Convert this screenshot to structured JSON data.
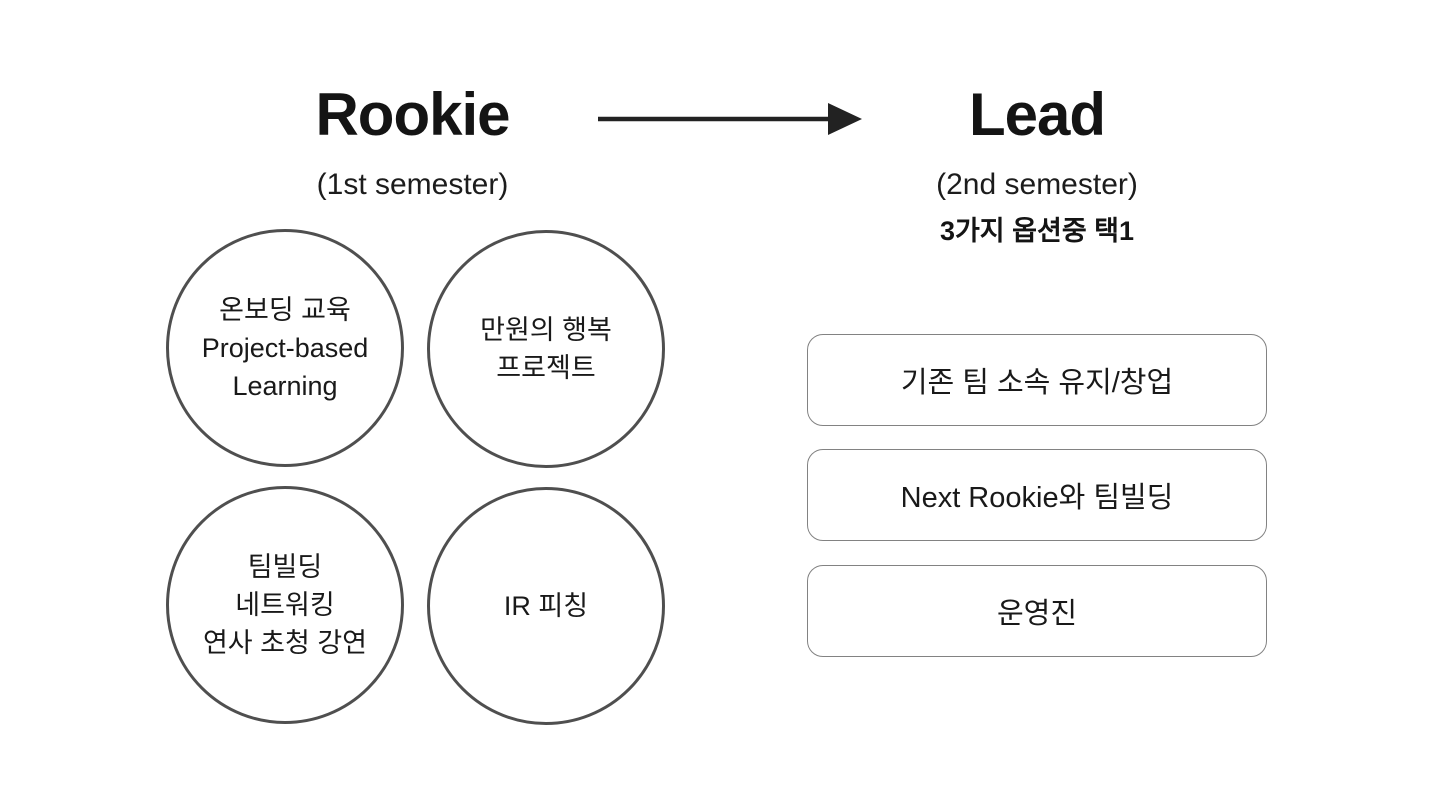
{
  "left": {
    "title": "Rookie",
    "subtitle": "(1st semester)",
    "circles": [
      {
        "lines": [
          "온보딩 교육",
          "Project-based",
          "Learning"
        ]
      },
      {
        "lines": [
          "만원의 행복",
          "프로젝트"
        ]
      },
      {
        "lines": [
          "팀빌딩",
          "네트워킹",
          "연사 초청 강연"
        ]
      },
      {
        "lines": [
          "IR 피칭"
        ]
      }
    ]
  },
  "right": {
    "title": "Lead",
    "subtitle": "(2nd semester)",
    "note": "3가지 옵션중 택1",
    "options": [
      {
        "label": "기존 팀 소속 유지/창업"
      },
      {
        "label": "Next Rookie와 팀빌딩"
      },
      {
        "label": "운영진"
      }
    ]
  },
  "icons": {
    "arrow": "arrow-right"
  },
  "colors": {
    "background": "#ffffff",
    "title_text": "#141414",
    "body_text": "#191919",
    "circle_border": "#4f4f4f",
    "box_border": "#828282",
    "arrow": "#222222"
  }
}
